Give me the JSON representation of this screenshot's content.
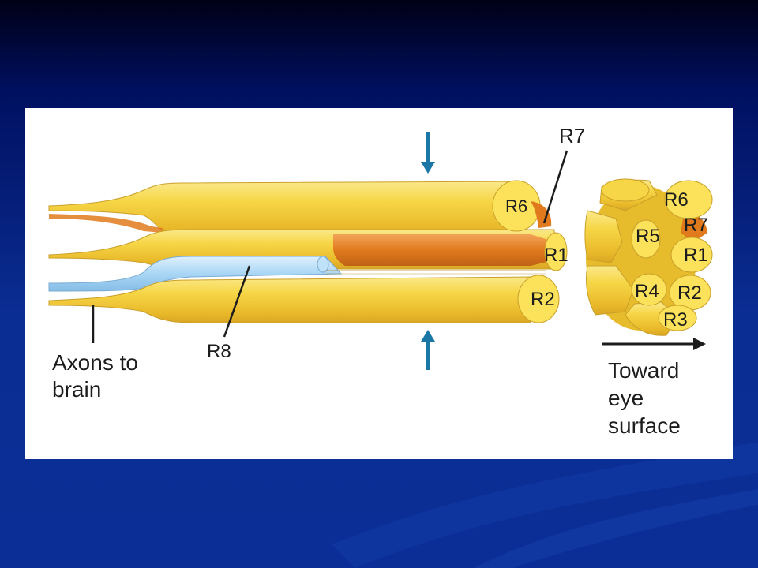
{
  "colors": {
    "slide_background": "#0b2e96",
    "panel": "#ffffff",
    "rhabdomere_yellow": "#f7d43c",
    "r7_orange": "#e07a1c",
    "r8_blue": "#a9d6f5",
    "arrow_teal": "#1b78a6",
    "text": "#1c1c1c"
  },
  "labels": {
    "r6": "R6",
    "r7": "R7",
    "r1": "R1",
    "r2": "R2",
    "r8": "R8",
    "axons": [
      "Axons to",
      "brain"
    ],
    "toward": [
      "Toward",
      "eye",
      "surface"
    ]
  },
  "cross_section_labels": {
    "r6": "R6",
    "r7": "R7",
    "r5": "R5",
    "r1": "R1",
    "r4": "R4",
    "r2": "R2",
    "r3": "R3"
  },
  "icons": {
    "section_arrows": "down-arrow-icon / up-arrow-icon",
    "direction_arrow": "right-arrow-icon"
  }
}
